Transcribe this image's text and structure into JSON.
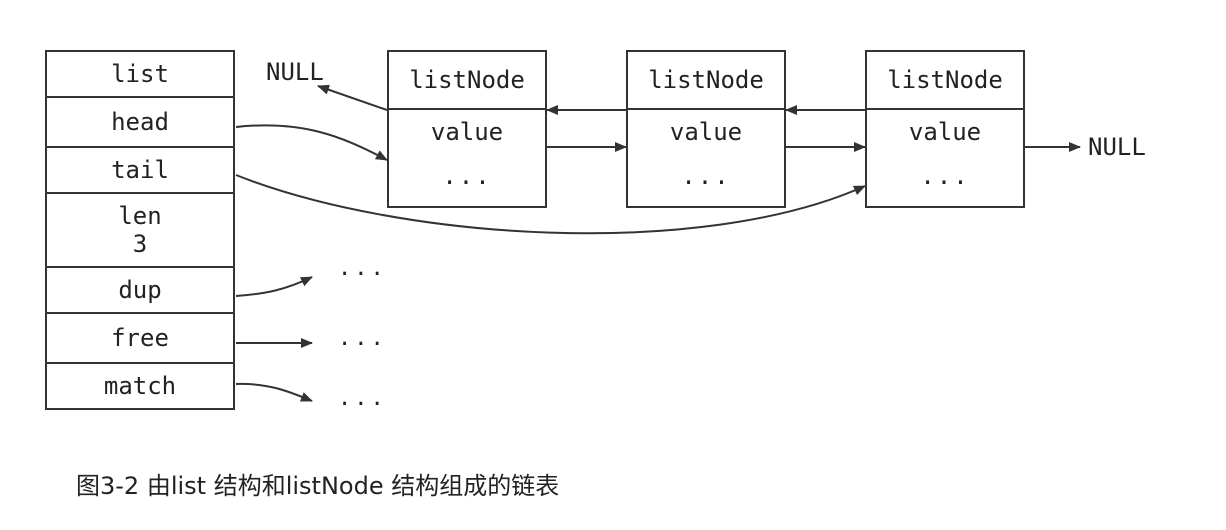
{
  "list_struct": {
    "title": "list",
    "head": "head",
    "tail": "tail",
    "len_label": "len",
    "len_value": "3",
    "dup": "dup",
    "free": "free",
    "match": "match"
  },
  "nodes": [
    {
      "title": "listNode",
      "value": "value",
      "dots": "..."
    },
    {
      "title": "listNode",
      "value": "value",
      "dots": "..."
    },
    {
      "title": "listNode",
      "value": "value",
      "dots": "..."
    }
  ],
  "null_left": "NULL",
  "null_right": "NULL",
  "ellipses": {
    "dup": "...",
    "free": "...",
    "match": "..."
  },
  "caption": "图3-2 由list 结构和listNode 结构组成的链表",
  "colors": {
    "line": "#333333",
    "text": "#222222",
    "background": "#ffffff"
  }
}
